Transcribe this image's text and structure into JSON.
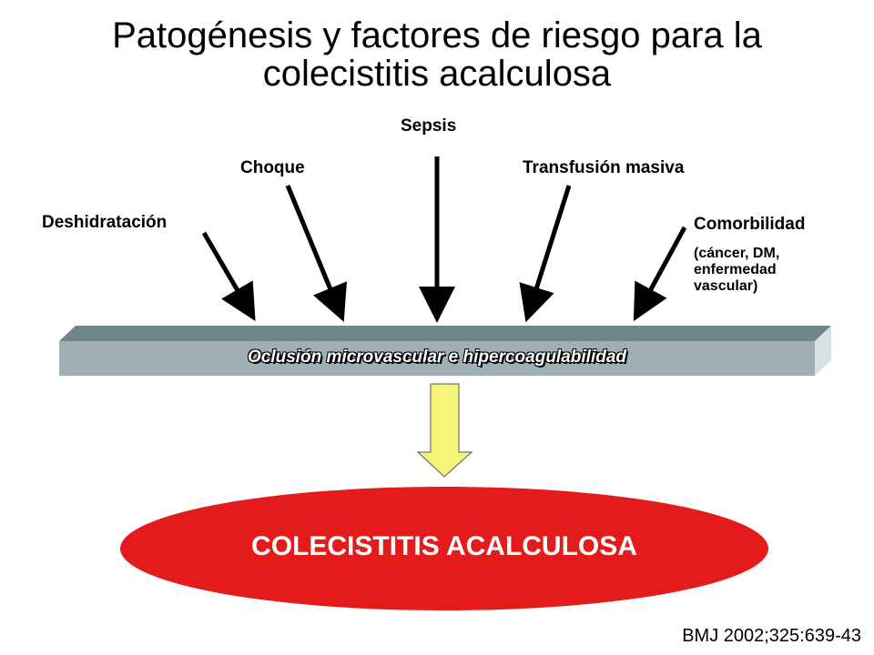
{
  "title": {
    "line1": "Patogénesis y factores de riesgo para la",
    "line2": "colecistitis acalculosa"
  },
  "factors": {
    "sepsis": "Sepsis",
    "choque": "Choque",
    "transfusion": "Transfusión masiva",
    "deshidratacion": "Deshidratación",
    "comorbilidad": "Comorbilidad",
    "comorbilidad_detail_1": "(cáncer, DM,",
    "comorbilidad_detail_2": "enfermedad",
    "comorbilidad_detail_3": "vascular)"
  },
  "mechanism": "Oclusión microvascular e hipercoagulabilidad",
  "result": "COLECISTITIS ACALCULOSA",
  "citation": "BMJ 2002;325:639-43",
  "colors": {
    "bar_front": "#9fafb4",
    "bar_top": "#6f8588",
    "bar_side": "#d7e1e3",
    "down_arrow": "#f5f57a",
    "ellipse": "#e31b1b"
  }
}
